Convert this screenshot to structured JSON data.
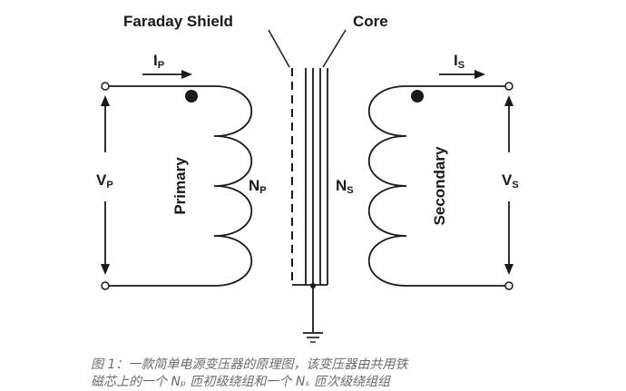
{
  "labels": {
    "faraday_shield": "Faraday Shield",
    "core": "Core",
    "ip_main": "I",
    "ip_sub": "P",
    "is_main": "I",
    "is_sub": "S",
    "vp_main": "V",
    "vp_sub": "P",
    "vs_main": "V",
    "vs_sub": "S",
    "np_main": "N",
    "np_sub": "P",
    "ns_main": "N",
    "ns_sub": "S",
    "primary": "Primary",
    "secondary": "Secondary"
  },
  "caption": {
    "line1": "图 1：一款简单电源变压器的原理图，该变压器由共用铁",
    "line2": "磁芯上的一个 Nₚ 匝初级绕组和一个 Nₛ 匝次级绕组组"
  },
  "colors": {
    "line": "#1a1a1a",
    "caption": "#6b6b6b"
  }
}
